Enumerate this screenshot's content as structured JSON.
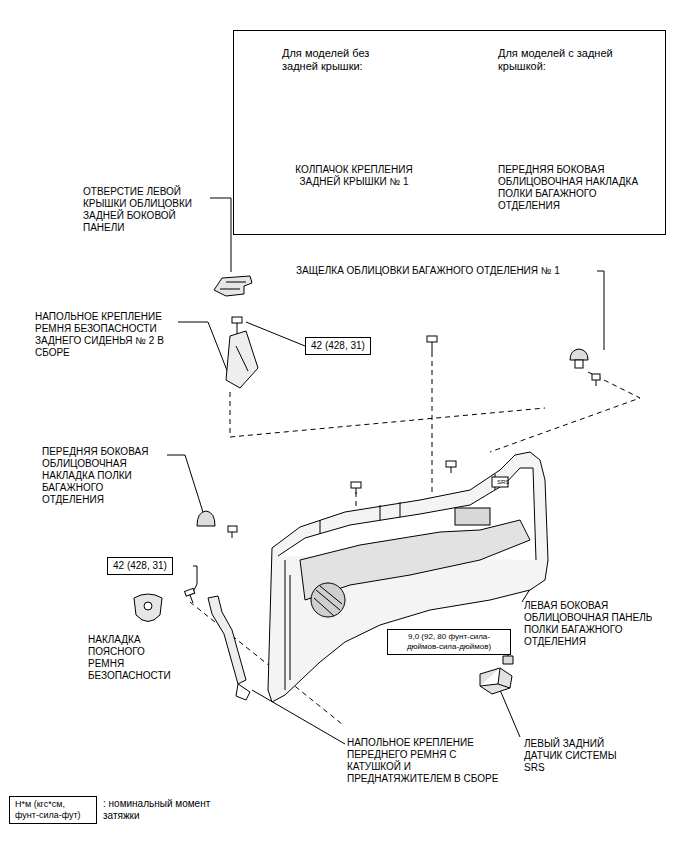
{
  "diagram": {
    "nodes": [
      {
        "text": [
          "Для моделей без задней крышки:",
          "Для моделей с задней крышкой:",
          "КОЛПАЧОК КРЕПЛЕНИЯ ЗАДНЕЙ КРЫШКИ № 1",
          "ПЕРЕДНЯЯ БОКОВАЯ ОБЛИЦОВОЧНАЯ НАКЛАДКА ПОЛКИ БАГАЖНОГО ОТДЕЛЕНИЯ"
        ]
      },
      {
        "text": [
          "42 (428, 31)"
        ]
      },
      {
        "text": [
          "42 (428, 31)"
        ]
      },
      {
        "text": [
          "9,0 (92, 80 фунт-сила- дюймов-сила-дюймов)"
        ]
      },
      {
        "text": [
          "Н*м (кгс*см, фунт-сила-фут)"
        ]
      }
    ],
    "labels": [
      "ОТВЕРСТИЕ ЛЕВОЙ КРЫШКИ ОБЛИЦОВКИ ЗАДНЕЙ БОКОВОЙ ПАНЕЛИ",
      "ЗАЩЕЛКА ОБЛИЦОВКИ БАГАЖНОГО ОТДЕЛЕНИЯ № 1",
      "НАПОЛЬНОЕ КРЕПЛЕНИЕ РЕМНЯ БЕЗОПАСНОСТИ ЗАДНЕГО СИДЕНЬЯ № 2 В СБОРЕ",
      "ПЕРЕДНЯЯ БОКОВАЯ ОБЛИЦОВОЧНАЯ НАКЛАДКА ПОЛКИ БАГАЖНОГО ОТДЕЛЕНИЯ",
      "ЛЕВАЯ БОКОВАЯ ОБЛИЦОВОЧНАЯ ПАНЕЛЬ ПОЛКИ БАГАЖНОГО ОТДЕЛЕНИЯ",
      "НАКЛАДКА ПОЯСНОГО РЕМНЯ БЕЗОПАСНОСТИ",
      "ЛЕВЫЙ ЗАДНИЙ ДАТЧИК СИСТЕМЫ SRS",
      "НАПОЛЬНОЕ КРЕПЛЕНИЕ ПЕРЕДНЕГО РЕМНЯ С КАТУШКОЙ И ПРЕДНАТЯЖИТЕЛЕМ В СБОРЕ",
      ": номинальный момент затяжки",
      "SRS"
    ]
  }
}
